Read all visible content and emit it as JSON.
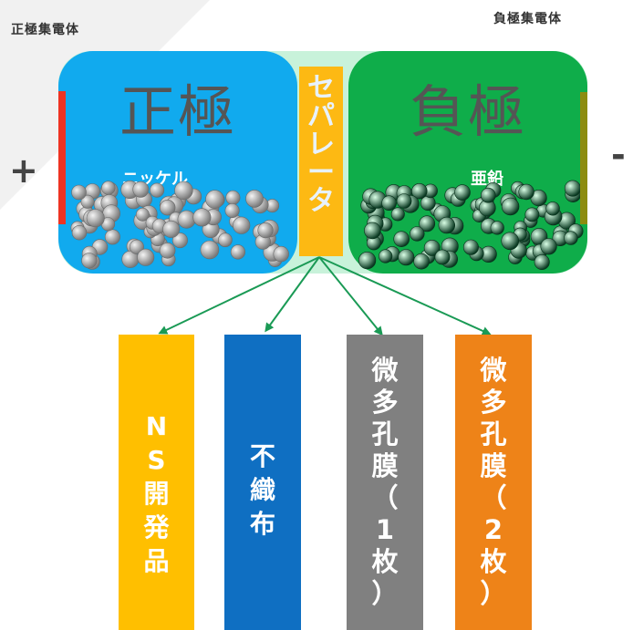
{
  "labels": {
    "positive_collector": "正極集電体",
    "negative_collector": "負極集電体",
    "positive_terminal": "+",
    "negative_terminal": "-"
  },
  "cell": {
    "positive_electrode": {
      "title": "正極",
      "material": "ニッケル"
    },
    "negative_electrode": {
      "title": "負極",
      "material": "亜鉛"
    },
    "separator": {
      "label_chars": [
        "セ",
        "パ",
        "レ",
        "ー",
        "タ"
      ]
    }
  },
  "separator_options": [
    {
      "chars": [
        "N",
        "S",
        "開",
        "発",
        "品"
      ]
    },
    {
      "chars": [
        "不",
        "織",
        "布"
      ]
    },
    {
      "chars": [
        "微",
        "多",
        "孔",
        "膜",
        "（",
        "1",
        "枚",
        "）"
      ]
    },
    {
      "chars": [
        "微",
        "多",
        "孔",
        "膜",
        "（",
        "2",
        "枚",
        "）"
      ]
    }
  ],
  "colors": {
    "positive_electrode": "#11aaee",
    "negative_electrode": "#0fad4a",
    "electrolyte": "#c8f2da",
    "separator": "#fdb913",
    "positive_collector": "#ee3322",
    "negative_collector": "#8c8c10",
    "arrow": "#1a9a55",
    "option_ns": "#ffbf00",
    "option_nonwoven": "#0f6fc2",
    "option_microporous_1": "#808080",
    "option_microporous_2": "#ee8318"
  }
}
